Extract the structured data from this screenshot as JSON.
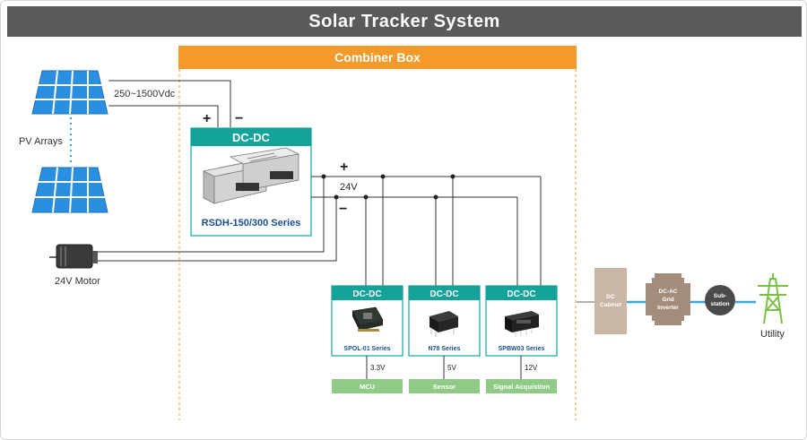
{
  "title": "Solar Tracker System",
  "combiner_box": {
    "label": "Combiner Box"
  },
  "pv": {
    "label": "PV Arrays",
    "voltage_label": "250~1500Vdc"
  },
  "motor": {
    "label": "24V Motor"
  },
  "main_dcdc": {
    "header": "DC-DC",
    "series": "RSDH-150/300 Series"
  },
  "bus": {
    "voltage": "24V",
    "plus": "+",
    "minus": "−"
  },
  "modules": [
    {
      "header": "DC-DC",
      "series": "SPOL-01 Series",
      "output": "3.3V",
      "load": "MCU"
    },
    {
      "header": "DC-DC",
      "series": "N78 Series",
      "output": "5V",
      "load": "Sensor"
    },
    {
      "header": "DC-DC",
      "series": "SPBW03 Series",
      "output": "12V",
      "load": "Signal Acquistion"
    }
  ],
  "grid": {
    "dc_cabinet": "DC Cabinet",
    "inverter": "DC-AC Grid Inverter",
    "substation": "Sub-station",
    "utility": "Utility"
  },
  "colors": {
    "teal": "#14a39a",
    "orange": "#f39a2b",
    "title_bg": "#5a5a5a",
    "green": "#8fca86",
    "cabinet": "#c9b7a5",
    "inverter": "#a38c79",
    "line_blue": "#39a8de",
    "pv_blue": "#2a8fe0",
    "tower": "#7ac143"
  }
}
